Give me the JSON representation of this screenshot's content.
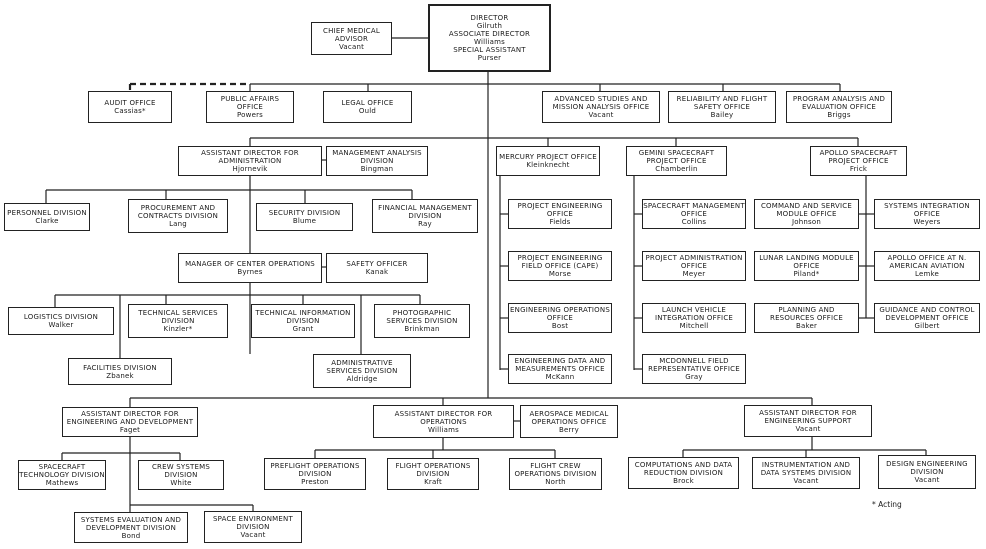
{
  "nodes": {
    "director": {
      "lines": [
        "Director",
        "Gilruth",
        "Associate Director",
        "Williams",
        "Special Assistant",
        "Purser"
      ]
    },
    "medical": {
      "title": "Chief Medical Advisor",
      "name": "Vacant"
    },
    "audit": {
      "title": "Audit Office",
      "name": "Cassias*"
    },
    "public": {
      "title": "Public Affairs Office",
      "name": "Powers"
    },
    "legal": {
      "title": "Legal Office",
      "name": "Ould"
    },
    "advstudies": {
      "title": "Advanced Studies and Mission Analysis Office",
      "name": "Vacant"
    },
    "reliability": {
      "title": "Reliability and Flight Safety Office",
      "name": "Bailey"
    },
    "program": {
      "title": "Program Analysis and Evaluation Office",
      "name": "Briggs"
    },
    "adadmin": {
      "title": "Assistant Director for Administration",
      "name": "Hjornevik"
    },
    "mgmt": {
      "title": "Management Analysis Division",
      "name": "Bingman"
    },
    "personnel": {
      "title": "Personnel Division",
      "name": "Clarke"
    },
    "procure": {
      "title": "Procurement and Contracts Division",
      "name": "Lang"
    },
    "security": {
      "title": "Security Division",
      "name": "Blume"
    },
    "financial": {
      "title": "Financial Management Division",
      "name": "Ray"
    },
    "manager": {
      "title": "Manager of Center Operations",
      "name": "Byrnes"
    },
    "safety": {
      "title": "Safety Officer",
      "name": "Kanak"
    },
    "logistics": {
      "title": "Logistics Division",
      "name": "Walker"
    },
    "techserv": {
      "title": "Technical Services Division",
      "name": "Kinzler*"
    },
    "techinfo": {
      "title": "Technical Information Division",
      "name": "Grant"
    },
    "photo": {
      "title": "Photographic Services Division",
      "name": "Brinkman"
    },
    "facilities": {
      "title": "Facilities Division",
      "name": "Zbanek"
    },
    "adminserv": {
      "title": "Administrative Services Division",
      "name": "Aldridge"
    },
    "mercury": {
      "title": "Mercury Project Office",
      "name": "Kleinknecht"
    },
    "projeng": {
      "title": "Project Engineering Office",
      "name": "Fields"
    },
    "projengfield": {
      "title": "Project Engineering Field Office (Cape)",
      "name": "Morse"
    },
    "engops": {
      "title": "Engineering Operations Office",
      "name": "Bost"
    },
    "engdata": {
      "title": "Engineering Data and Measurements Office",
      "name": "McKann"
    },
    "gemini": {
      "title": "Gemini Spacecraft Project Office",
      "name": "Chamberlin"
    },
    "scmgmt": {
      "title": "Spacecraft Management Office",
      "name": "Collins"
    },
    "projadmin": {
      "title": "Project Administration Office",
      "name": "Meyer"
    },
    "launch": {
      "title": "Launch Vehicle Integration Office",
      "name": "Mitchell"
    },
    "mcdonnell": {
      "title": "McDonnell Field Representative Office",
      "name": "Gray"
    },
    "apollo": {
      "title": "Apollo Spacecraft Project Office",
      "name": "Frick"
    },
    "csm": {
      "title": "Command and Service Module Office",
      "name": "Johnson"
    },
    "sysint": {
      "title": "Systems Integration Office",
      "name": "Weyers"
    },
    "lunar": {
      "title": "Lunar Landing Module Office",
      "name": "Piland*"
    },
    "apollonaa": {
      "title": "Apollo Office at N. American Aviation",
      "name": "Lemke"
    },
    "planning": {
      "title": "Planning and Resources Office",
      "name": "Baker"
    },
    "guidance": {
      "title": "Guidance and Control Development Office",
      "name": "Gilbert"
    },
    "aded": {
      "title": "Assistant Director for Engineering and Development",
      "name": "Faget"
    },
    "sctech": {
      "title": "Spacecraft Technology Division",
      "name": "Mathews"
    },
    "crew": {
      "title": "Crew Systems Division",
      "name": "White"
    },
    "syseval": {
      "title": "Systems Evaluation and Development Division",
      "name": "Bond"
    },
    "spaceenv": {
      "title": "Space Environment Division",
      "name": "Vacant"
    },
    "adops": {
      "title": "Assistant Director for Operations",
      "name": "Williams"
    },
    "aeromed": {
      "title": "Aerospace Medical Operations Office",
      "name": "Berry"
    },
    "preflight": {
      "title": "Preflight Operations Division",
      "name": "Preston"
    },
    "flightops": {
      "title": "Flight Operations Division",
      "name": "Kraft"
    },
    "flightcrew": {
      "title": "Flight Crew Operations Division",
      "name": "North"
    },
    "adengsup": {
      "title": "Assistant Director for Engineering Support",
      "name": "Vacant"
    },
    "computations": {
      "title": "Computations and Data Reduction Division",
      "name": "Brock"
    },
    "instrumentation": {
      "title": "Instrumentation and Data Systems Division",
      "name": "Vacant"
    },
    "design": {
      "title": "Design Engineering Division",
      "name": "Vacant"
    }
  },
  "footnote": "* Acting"
}
